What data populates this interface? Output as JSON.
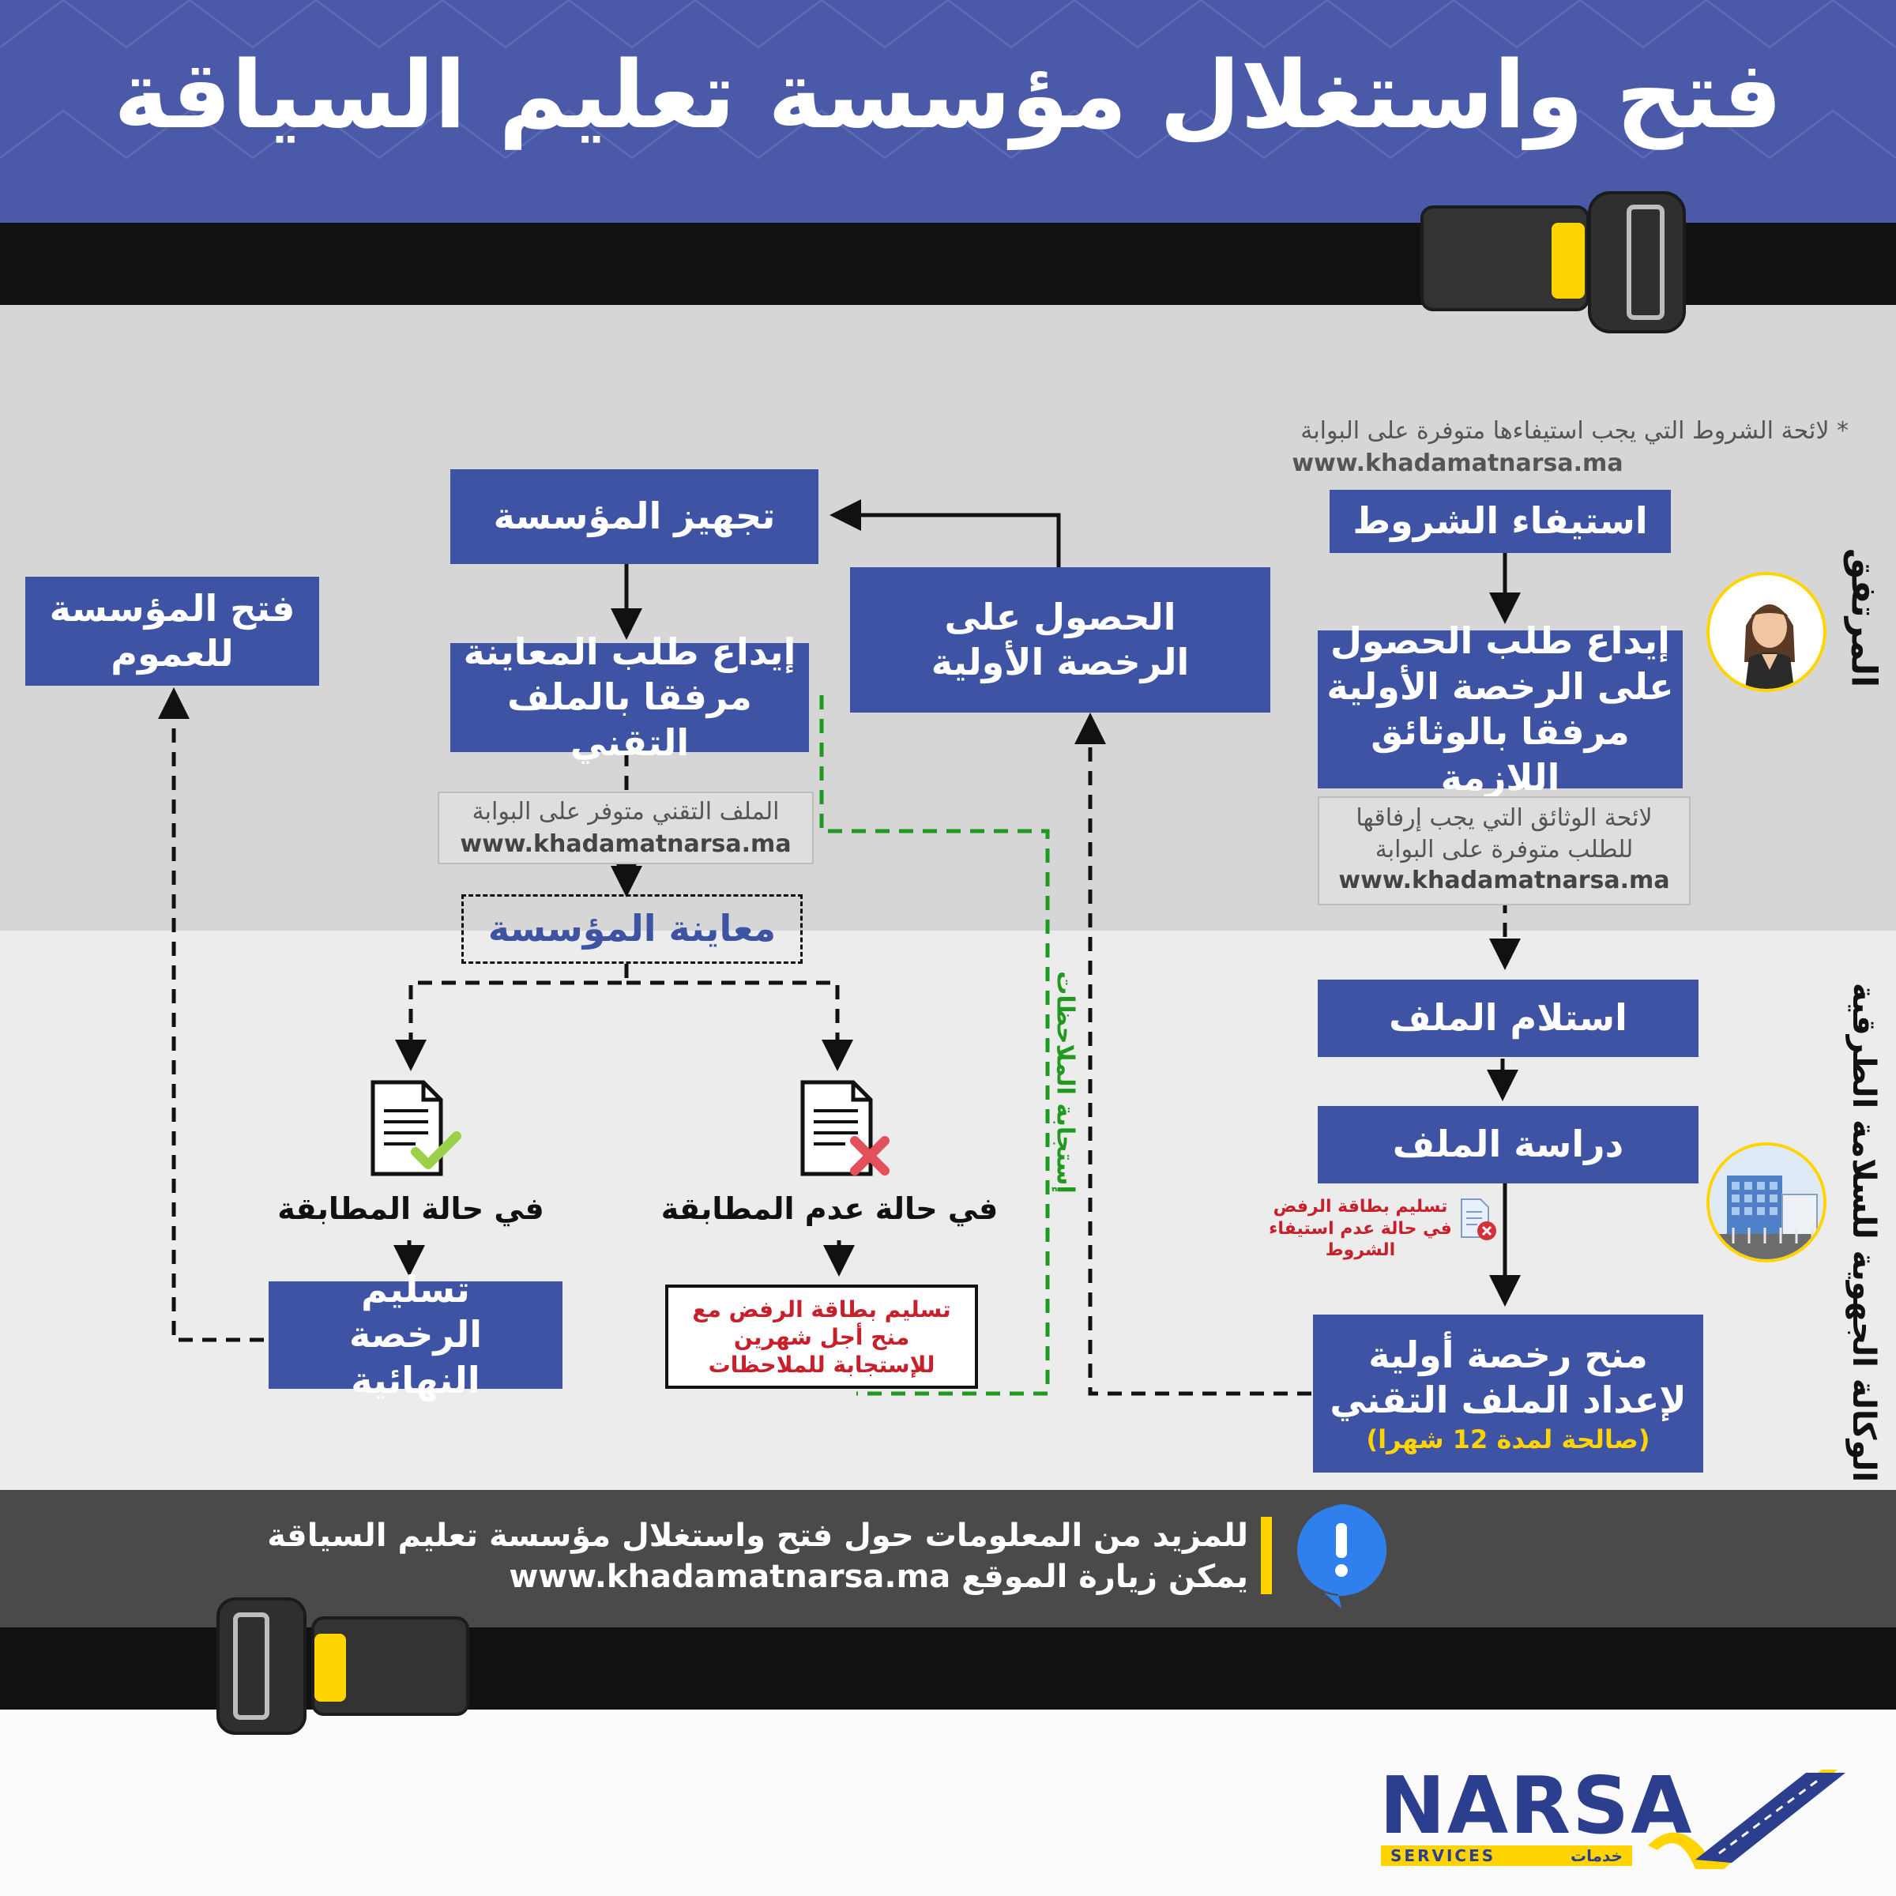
{
  "colors": {
    "primary_blue": "#3f53a4",
    "header_blue": "#4a5aa8",
    "yellow": "#ffd400",
    "green": "#1f9a1f",
    "red": "#c8202a",
    "dark_band": "#4a4a4a",
    "belt": "#111111"
  },
  "header": {
    "title": "فتح واستغلال مؤسسة تعليم السياقة"
  },
  "side_labels": {
    "top": "المرتفق",
    "bottom": "الوكالة الجهوية للسلامة الطرقية"
  },
  "note_top": {
    "line1": "* لائحة الشروط التي يجب استيفاءها متوفرة على البوابة",
    "url": "www.khadamatnarsa.ma"
  },
  "boxes": {
    "conditions": "استيفاء الشروط",
    "submit_request": "إيداع طلب الحصول على الرخصة الأولية مرفقا بالوثائق اللازمة",
    "initial_license": "الحصول على الرخصة الأولية",
    "equip": "تجهيز المؤسسة",
    "inspection_request": "إيداع طلب المعاينة مرفقا بالملف التقني",
    "open_public": "فتح المؤسسة للعموم",
    "inspection": "معاينة المؤسسة",
    "receive_file": "استلام الملف",
    "study_file": "دراسة الملف",
    "grant_line1": "منح رخصة أولية",
    "grant_line2": "لإعداد الملف التقني",
    "grant_line3": "(صالحة لمدة 12 شهرا)",
    "final_license": "تسليم الرخصة النهائية",
    "rejection": "تسليم بطاقة الرفض مع منح أجل شهرين للإستجابة للملاحظات"
  },
  "notes": {
    "docs_list": "لائحة الوثائق التي يجب إرفاقها للطلب متوفرة على البوابة",
    "docs_url": "www.khadamatnarsa.ma",
    "tech_file": "الملف التقني متوفر على البوابة",
    "tech_url": "www.khadamatnarsa.ma",
    "refusal_small": "تسليم بطاقة الرفض في حالة عدم استيفاء الشروط"
  },
  "cases": {
    "match": "في حالة المطابقة",
    "no_match": "في حالة عدم المطابقة"
  },
  "green_label": "إستجابة الملاحظات",
  "footer": {
    "line1": "للمزيد من المعلومات حول فتح واستغلال مؤسسة تعليم السياقة",
    "line2": "يمكن زيارة الموقع www.khadamatnarsa.ma"
  },
  "logo": {
    "name": "NARSA",
    "services": "SERVICES",
    "arabic": "خدمات"
  },
  "icons": [
    "user-avatar-icon",
    "building-icon",
    "document-check-icon",
    "document-reject-icon",
    "refusal-card-icon",
    "info-icon",
    "seatbelt-buckle-icon"
  ]
}
